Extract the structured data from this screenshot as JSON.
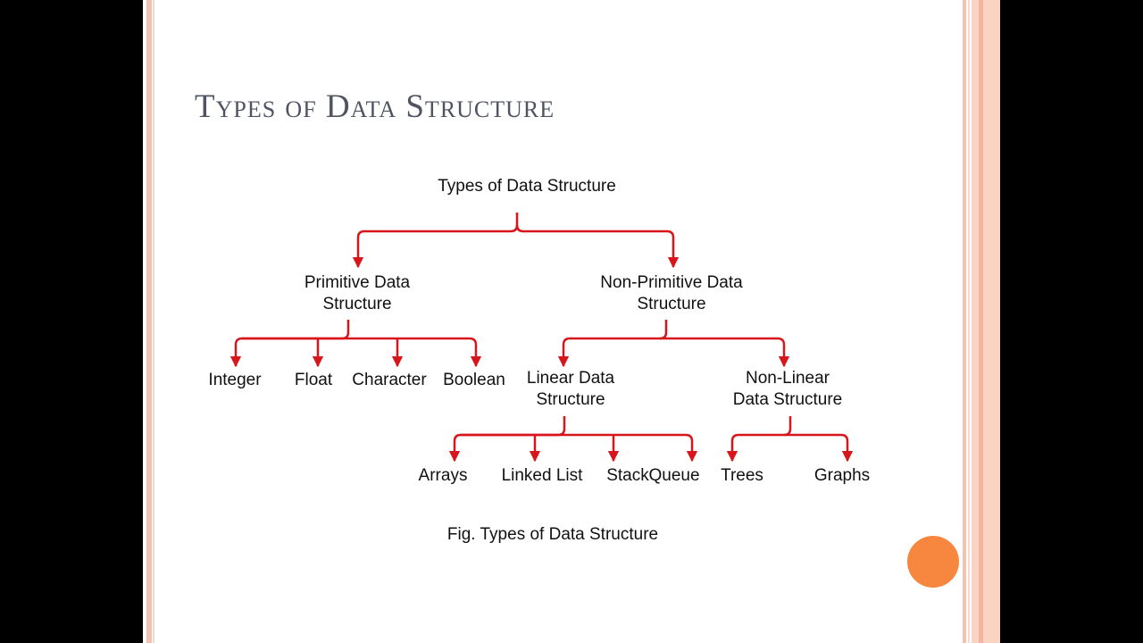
{
  "slide": {
    "title": "Types of Data Structure"
  },
  "diagram": {
    "root": "Types of Data Structure",
    "primitive": {
      "line1": "Primitive Data",
      "line2": "Structure"
    },
    "non_primitive": {
      "line1": "Non-Primitive Data",
      "line2": "Structure"
    },
    "primitive_children": [
      "Integer",
      "Float",
      "Character",
      "Boolean"
    ],
    "linear": {
      "line1": "Linear Data",
      "line2": "Structure"
    },
    "non_linear": {
      "line1": "Non-Linear",
      "line2": "Data Structure"
    },
    "linear_children": [
      "Arrays",
      "Linked List",
      "Stack",
      "Queue"
    ],
    "non_linear_children": [
      "Trees",
      "Graphs"
    ],
    "caption": "Fig. Types of Data Structure"
  },
  "colors": {
    "arrow": "#d8151b",
    "title": "#4f5461",
    "accent_border": "#f3c3b2",
    "orb": "#f7863f"
  }
}
